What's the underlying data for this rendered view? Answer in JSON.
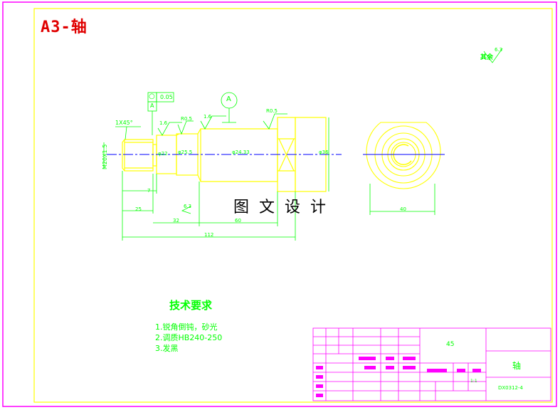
{
  "sheet": {
    "title": "A3-轴",
    "watermark": "图文设计"
  },
  "drawing": {
    "roughness_note": "其余",
    "roughness_note_value": "6.3",
    "tolerance_symbol": "○",
    "tolerance_value": "0.05",
    "tolerance_datum": "A",
    "datum_label": "A",
    "chamfer": "1X45°",
    "thread": "M20X1.5",
    "labels": {
      "ra_left": "1.6",
      "ra_mid_top": "R0.5",
      "ra_mid": "1.6",
      "ra_right": "R0.5",
      "ra_bottom": "6.3",
      "dia_small": "φ22",
      "dia_step": "φ25.5",
      "dia_big": "φ24.33",
      "dia_right": "φ36",
      "dim_7": "7",
      "dim_20": "25",
      "dim_32": "32",
      "dim_60": "60",
      "dim_112": "112",
      "dim_circle": "40"
    }
  },
  "tech_requirements": {
    "title": "技术要求",
    "items": [
      "1.锐角倒钝，砂光",
      "2.调质HB240-250",
      "3.发黑"
    ]
  },
  "title_block": {
    "material": "45",
    "part_name": "轴",
    "drawing_number": "DX0312-4",
    "scale": "1:1"
  },
  "colors": {
    "border": "#ff00ff",
    "inner_border": "#ffff00",
    "geometry": "#ffff00",
    "dimensions": "#00ff00",
    "centerline": "#0000ff",
    "title_text": "#e00000",
    "title_block_lines": "#ff00ff"
  }
}
